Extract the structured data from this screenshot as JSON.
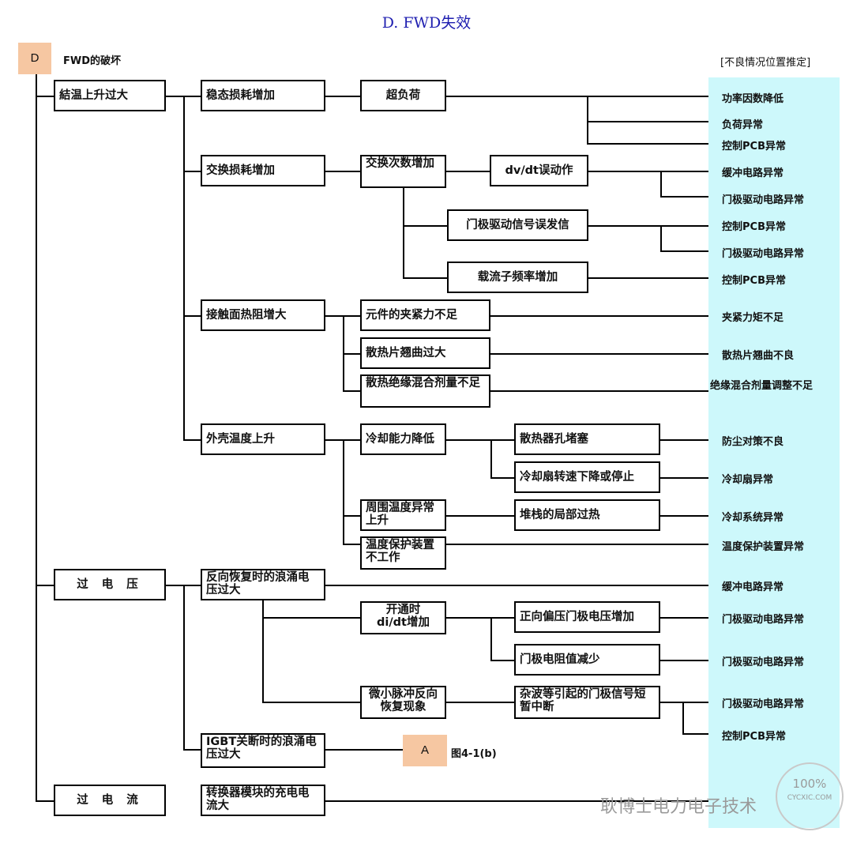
{
  "title": "D. FWD失效",
  "header": {
    "tag_d": "D",
    "root_label": "FWD的破坏",
    "right_heading": "[不良情况位置推定]"
  },
  "level1": [
    "結温上升过大",
    "过 电 压",
    "过 电 流"
  ],
  "level2": [
    "稳态损耗增加",
    "交换损耗增加",
    "接触面热阻增大",
    "外壳温度上升",
    "反向恢复时的浪涌电压过大",
    "IGBT关断时的浪涌电压过大",
    "转换器模块的充电电流大"
  ],
  "level3": [
    "超负荷",
    "交换次数增加",
    "元件的夹紧力不足",
    "散热片翘曲过大",
    "散热绝缘混合剂量不足",
    "冷却能力降低",
    "周围温度异常上升",
    "温度保护装置不工作",
    "开通时di/dt增加",
    "微小脉冲反向恢复现象"
  ],
  "level4": [
    "dv/dt误动作",
    "门极驱动信号误发信",
    "载流子频率增加",
    "散热器孔堵塞",
    "冷却扇转速下降或停止",
    "堆栈的局部过热",
    "正向偏压门极电压增加",
    "门极电阻值减少",
    "杂波等引起的门极信号短暂中断"
  ],
  "ref": {
    "tag_a": "A",
    "caption": "图4-1(b)"
  },
  "results": [
    "功率因数降低",
    "负荷异常",
    "控制PCB异常",
    "缓冲电路异常",
    "门极驱动电路异常",
    "控制PCB异常",
    "门极驱动电路异常",
    "控制PCB异常",
    "夹紧力矩不足",
    "散热片翘曲不良",
    "绝缘混合剂量调整不足",
    "防尘对策不良",
    "冷却扇异常",
    "冷却系统异常",
    "温度保护装置异常",
    "缓冲电路异常",
    "门极驱动电路异常",
    "门极驱动电路异常",
    "门极驱动电路异常",
    "控制PCB异常"
  ],
  "colors": {
    "title": "#1f1fb0",
    "tag_fill": "#f6c7a2",
    "result_panel": "#cdf8fb",
    "line": "#000000"
  },
  "watermark": {
    "text": "耿博士电力电子技术",
    "logo_number": "100%",
    "logo_site": "CYCXIC.COM"
  }
}
